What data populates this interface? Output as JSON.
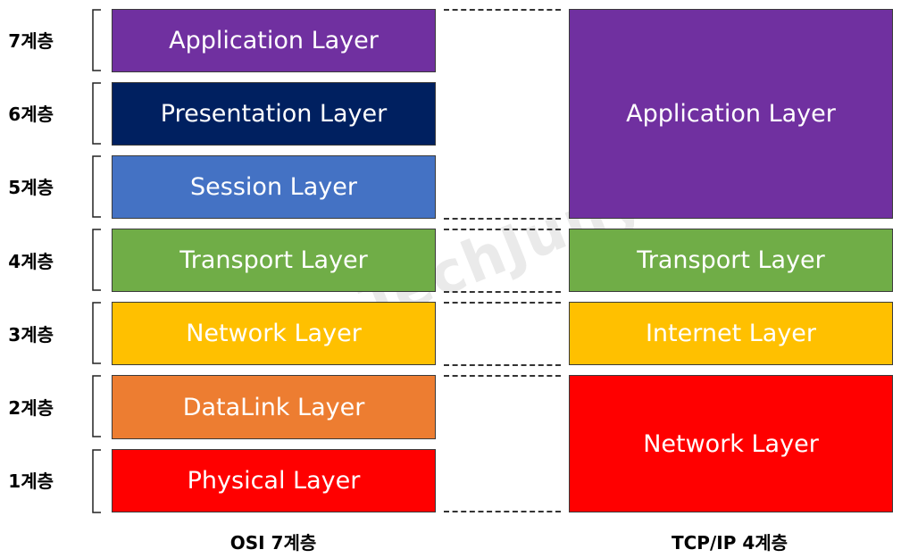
{
  "layer_numbers": [
    "7계층",
    "6계층",
    "5계층",
    "4계층",
    "3계층",
    "2계층",
    "1계층"
  ],
  "osi": {
    "caption": "OSI 7계층",
    "layers": [
      {
        "label": "Application Layer",
        "color": "#7030a0"
      },
      {
        "label": "Presentation Layer",
        "color": "#002060"
      },
      {
        "label": "Session Layer",
        "color": "#4472c4"
      },
      {
        "label": "Transport Layer",
        "color": "#70ad47"
      },
      {
        "label": "Network Layer",
        "color": "#ffc000"
      },
      {
        "label": "DataLink Layer",
        "color": "#ed7d31"
      },
      {
        "label": "Physical Layer",
        "color": "#ff0000"
      }
    ]
  },
  "tcpip": {
    "caption": "TCP/IP 4계층",
    "layers": [
      {
        "label": "Application Layer",
        "color": "#7030a0"
      },
      {
        "label": "Transport Layer",
        "color": "#70ad47"
      },
      {
        "label": "Internet Layer",
        "color": "#ffc000"
      },
      {
        "label": "Network Layer",
        "color": "#ff0000"
      }
    ]
  },
  "watermark": "TechJuny"
}
